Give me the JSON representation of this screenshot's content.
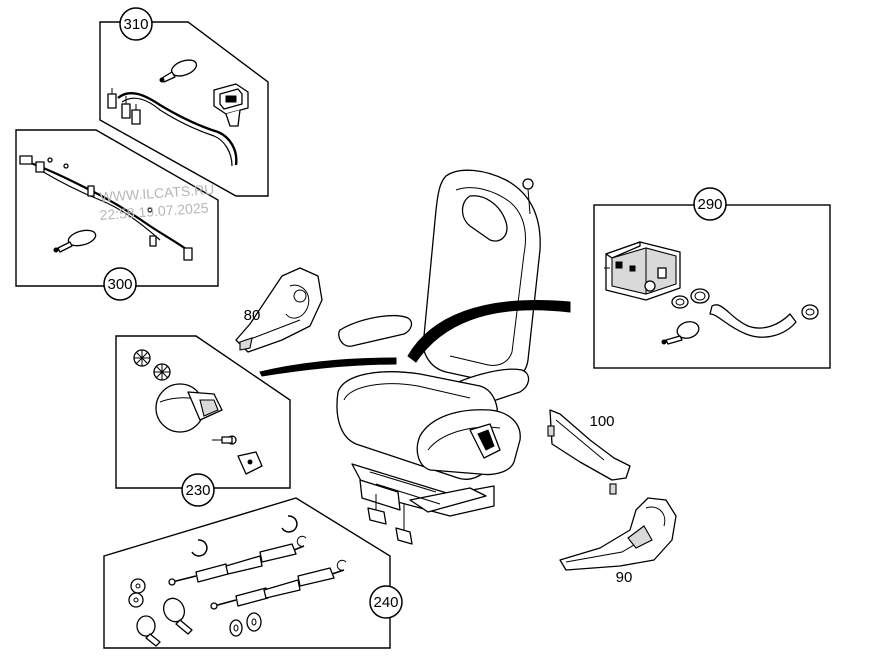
{
  "callouts": {
    "group_310": "310",
    "group_300": "300",
    "group_290": "290",
    "group_230": "230",
    "group_240": "240",
    "part_80": "80",
    "part_100": "100",
    "part_90": "90"
  },
  "watermark": {
    "line1": "WWW.ILCATS.RU",
    "line2": "22:58 19.07.2025"
  }
}
